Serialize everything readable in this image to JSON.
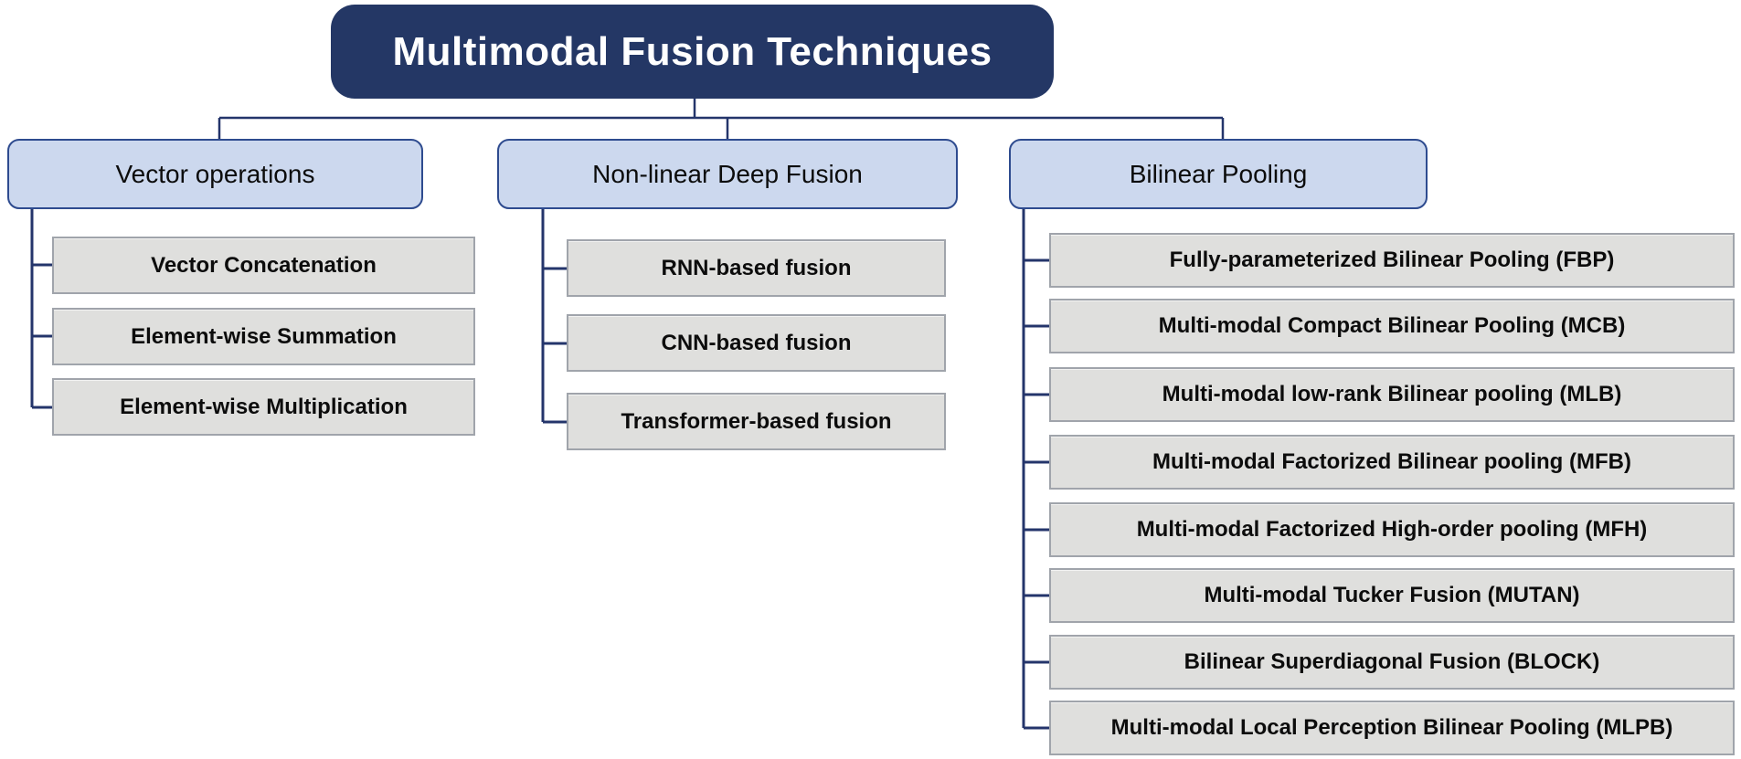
{
  "title": "Multimodal Fusion Techniques",
  "colors": {
    "title_bg": "#243765",
    "title_text": "#ffffff",
    "header_fill": "#ccd8ee",
    "header_border": "#2e4b8f",
    "child_fill": "#dfdfdd",
    "child_border": "#a0a4ab",
    "connector": "#24356b"
  },
  "columns": [
    {
      "header": "Vector operations",
      "items": [
        "Vector Concatenation",
        "Element-wise Summation",
        "Element-wise Multiplication"
      ]
    },
    {
      "header": "Non-linear Deep Fusion",
      "items": [
        "RNN-based fusion",
        "CNN-based fusion",
        "Transformer-based fusion"
      ]
    },
    {
      "header": "Bilinear Pooling",
      "items": [
        "Fully-parameterized Bilinear Pooling (FBP)",
        "Multi-modal Compact Bilinear Pooling (MCB)",
        "Multi-modal low-rank Bilinear pooling (MLB)",
        "Multi-modal Factorized Bilinear pooling (MFB)",
        "Multi-modal Factorized High-order pooling (MFH)",
        "Multi-modal Tucker Fusion (MUTAN)",
        "Bilinear Superdiagonal Fusion (BLOCK)",
        "Multi-modal Local Perception Bilinear Pooling (MLPB)"
      ]
    }
  ]
}
